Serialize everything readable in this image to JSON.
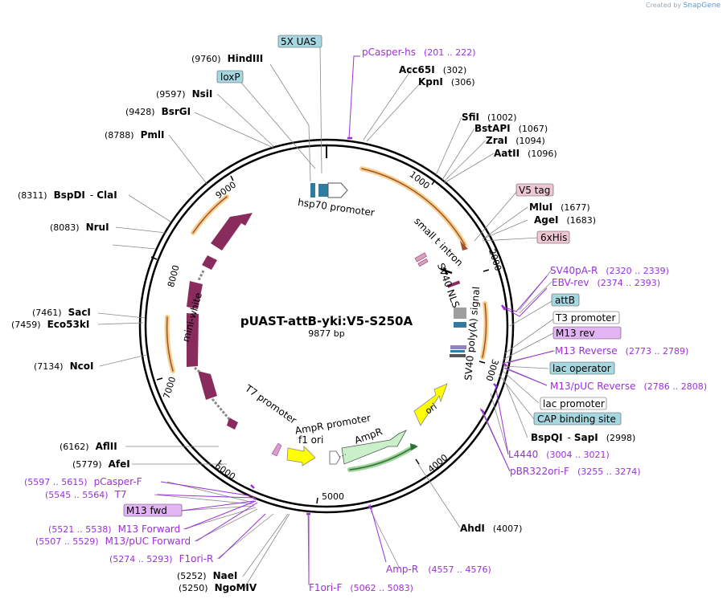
{
  "credit": {
    "prefix": "Created by",
    "brand": "SnapGene"
  },
  "plasmid": {
    "name": "pUAST-attB-yki:V5-S250A",
    "size": "9877 bp",
    "length": 9877
  },
  "ticks": [
    "1000",
    "2000",
    "3000",
    "4000",
    "5000",
    "6000",
    "7000",
    "8000",
    "9000"
  ],
  "colors": {
    "backbone": "#000000",
    "feature_dark": "#8a2b5e",
    "feature_teal": "#2e7da0",
    "ori_yellow": "#ffff00",
    "ampr_green": "#c9f0c9",
    "orange_track": "#f0b040",
    "primer_purple": "#9b30d9",
    "label_blue_box": "#a7d7e0",
    "label_pink_box": "#eec7d3",
    "label_purple_box": "#e3b4f4"
  },
  "inner_labels": {
    "hsp70": "hsp70 promoter",
    "small_t": "small t intron",
    "sv40_nls": "SV40 NLS",
    "sv40_polya": "SV40 poly(A) signal",
    "ori": "ori",
    "ampr": "AmpR",
    "ampr_promoter": "AmpR promoter",
    "f1ori": "f1 ori",
    "t7_promoter": "T7 promoter",
    "mini_white": "mini-white"
  },
  "labels": {
    "uas": "5X UAS",
    "hindiii": "HindIII",
    "hindiii_pos": "(9760)",
    "loxp": "loxP",
    "nsii": "NsiI",
    "nsii_pos": "(9597)",
    "bsrgi": "BsrGI",
    "bsrgi_pos": "(9428)",
    "pmli": "PmlI",
    "pmli_pos": "(8788)",
    "bspdi": "BspDI",
    "clai": "ClaI",
    "bspdi_pos": "(8311)",
    "dash": "-",
    "nrui": "NruI",
    "nrui_pos": "(8083)",
    "saci": "SacI",
    "saci_pos": "(7461)",
    "eco53ki": "Eco53kI",
    "eco53ki_pos": "(7459)",
    "ncoi": "NcoI",
    "ncoi_pos": "(7134)",
    "aflii": "AflII",
    "aflii_pos": "(6162)",
    "afei": "AfeI",
    "afei_pos": "(5779)",
    "pcasperf": "pCasper-F",
    "pcasperf_pos": "(5597 .. 5615)",
    "t7": "T7",
    "t7_pos": "(5545 .. 5564)",
    "m13fwd": "M13 fwd",
    "m13forward": "M13 Forward",
    "m13forward_pos": "(5521 .. 5538)",
    "m13pucf": "M13/pUC Forward",
    "m13pucf_pos": "(5507 .. 5529)",
    "f1orir": "F1ori-R",
    "f1orir_pos": "(5274 .. 5293)",
    "naei": "NaeI",
    "naei_pos": "(5252)",
    "ngomiv": "NgoMIV",
    "ngomiv_pos": "(5250)",
    "f1orif": "F1ori-F",
    "f1orif_pos": "(5062 .. 5083)",
    "ampr_primer": "Amp-R",
    "ampr_primer_pos": "(4557 .. 4576)",
    "ahdi": "AhdI",
    "ahdi_pos": "(4007)",
    "pbr322": "pBR322ori-F",
    "pbr322_pos": "(3255 .. 3274)",
    "l4440": "L4440",
    "l4440_pos": "(3004 .. 3021)",
    "bspqi": "BspQI",
    "sapi": "SapI",
    "bspqi_pos": "(2998)",
    "cap": "CAP binding site",
    "lacpromoter": "lac promoter",
    "m13pucrev": "M13/pUC Reverse",
    "m13pucrev_pos": "(2786 .. 2808)",
    "lacoperator": "lac operator",
    "m13reverse": "M13 Reverse",
    "m13reverse_pos": "(2773 .. 2789)",
    "m13rev": "M13 rev",
    "t3promoter": "T3 promoter",
    "attb": "attB",
    "ebvrev": "EBV-rev",
    "ebvrev_pos": "(2374 .. 2393)",
    "sv40par": "SV40pA-R",
    "sv40par_pos": "(2320 .. 2339)",
    "sixhis": "6xHis",
    "agei": "AgeI",
    "agei_pos": "(1683)",
    "mlui": "MluI",
    "mlui_pos": "(1677)",
    "v5tag": "V5 tag",
    "aatii": "AatII",
    "aatii_pos": "(1096)",
    "zrai": "ZraI",
    "zrai_pos": "(1094)",
    "bstapi": "BstAPI",
    "bstapi_pos": "(1067)",
    "sfii": "SfiI",
    "sfii_pos": "(1002)",
    "kpni": "KpnI",
    "kpni_pos": "(306)",
    "acc65i": "Acc65I",
    "acc65i_pos": "(302)",
    "pcasperhs": "pCasper-hs",
    "pcasperhs_pos": "(201 .. 222)"
  }
}
